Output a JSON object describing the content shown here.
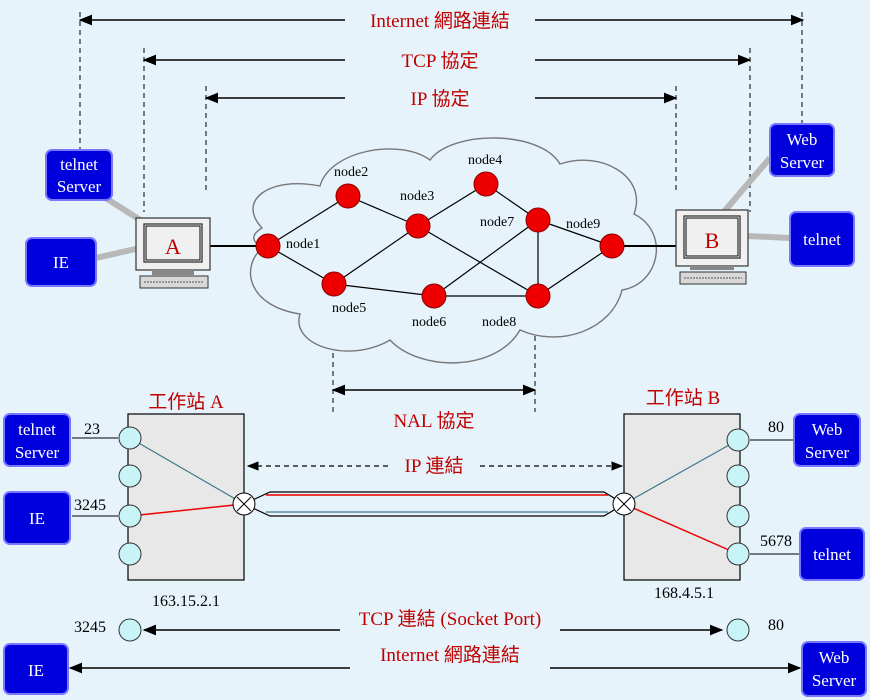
{
  "colors": {
    "background": "#e6f3fa",
    "accent_red": "#c00000",
    "node_red": "#ee0000",
    "box_blue": "#0000dd",
    "port_cyan": "#c8f4f8"
  },
  "top_labels": {
    "internet": "Internet 網路連結",
    "tcp": "TCP 協定",
    "ip": "IP 協定",
    "nal": "NAL 協定"
  },
  "hosts": {
    "a": "A",
    "b": "B"
  },
  "top_left_boxes": {
    "telnet_server_1": "telnet",
    "telnet_server_2": "Server",
    "ie": "IE"
  },
  "top_right_boxes": {
    "web_server_1": "Web",
    "web_server_2": "Server",
    "telnet": "telnet"
  },
  "nodes": [
    "node1",
    "node2",
    "node3",
    "node4",
    "node5",
    "node6",
    "node7",
    "node8",
    "node9"
  ],
  "workstation_a": {
    "title": "工作站 A",
    "ip": "163.15.2.1",
    "port_telnet": "23",
    "port_ie": "3245"
  },
  "workstation_b": {
    "title": "工作站 B",
    "ip": "168.4.5.1",
    "port_web": "80",
    "port_telnet": "5678"
  },
  "bottom_left_boxes": {
    "telnet_server_1": "telnet",
    "telnet_server_2": "Server",
    "ie": "IE"
  },
  "bottom_right_boxes": {
    "web_server_1": "Web",
    "web_server_2": "Server",
    "telnet": "telnet"
  },
  "ip_link": "IP 連結",
  "tcp_link": {
    "label": "TCP 連結 (Socket Port)",
    "left_port": "3245",
    "right_port": "80"
  },
  "internet_link": {
    "label": "Internet 網路連結",
    "left": "IE",
    "right_1": "Web",
    "right_2": "Server"
  }
}
